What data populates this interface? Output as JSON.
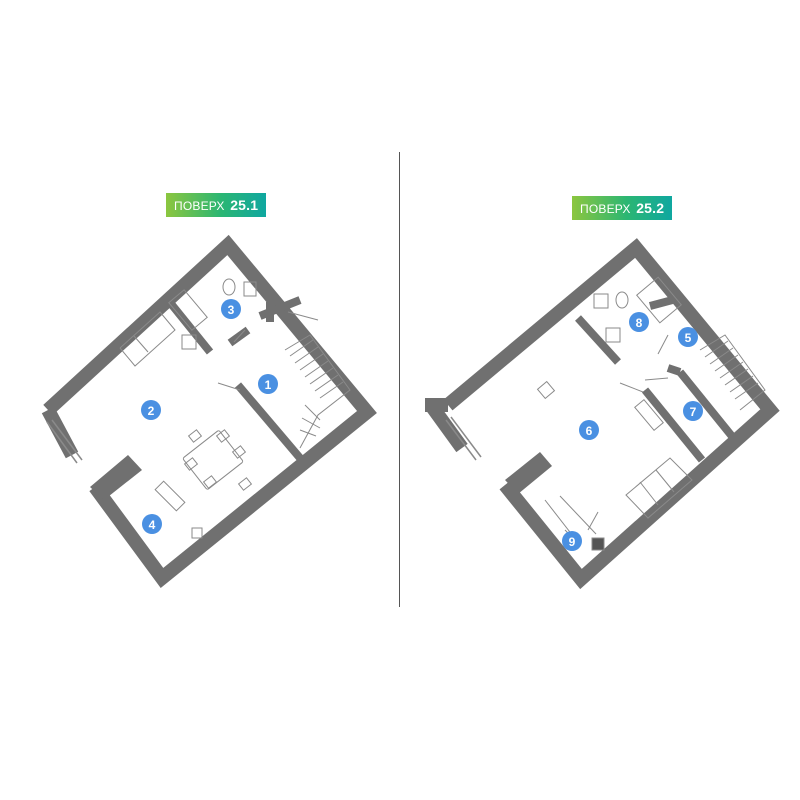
{
  "floors": [
    {
      "label": "ПОВЕРХ",
      "number": "25.1"
    },
    {
      "label": "ПОВЕРХ",
      "number": "25.2"
    }
  ],
  "rooms": {
    "floor1": [
      "1",
      "2",
      "3",
      "4"
    ],
    "floor2": [
      "5",
      "6",
      "7",
      "8",
      "9"
    ]
  },
  "colors": {
    "wall": "#707070",
    "marker": "#4a90e2",
    "furniture": "#8a8a8a",
    "badge_start": "#8cc63f",
    "badge_end": "#0fa7a0"
  }
}
